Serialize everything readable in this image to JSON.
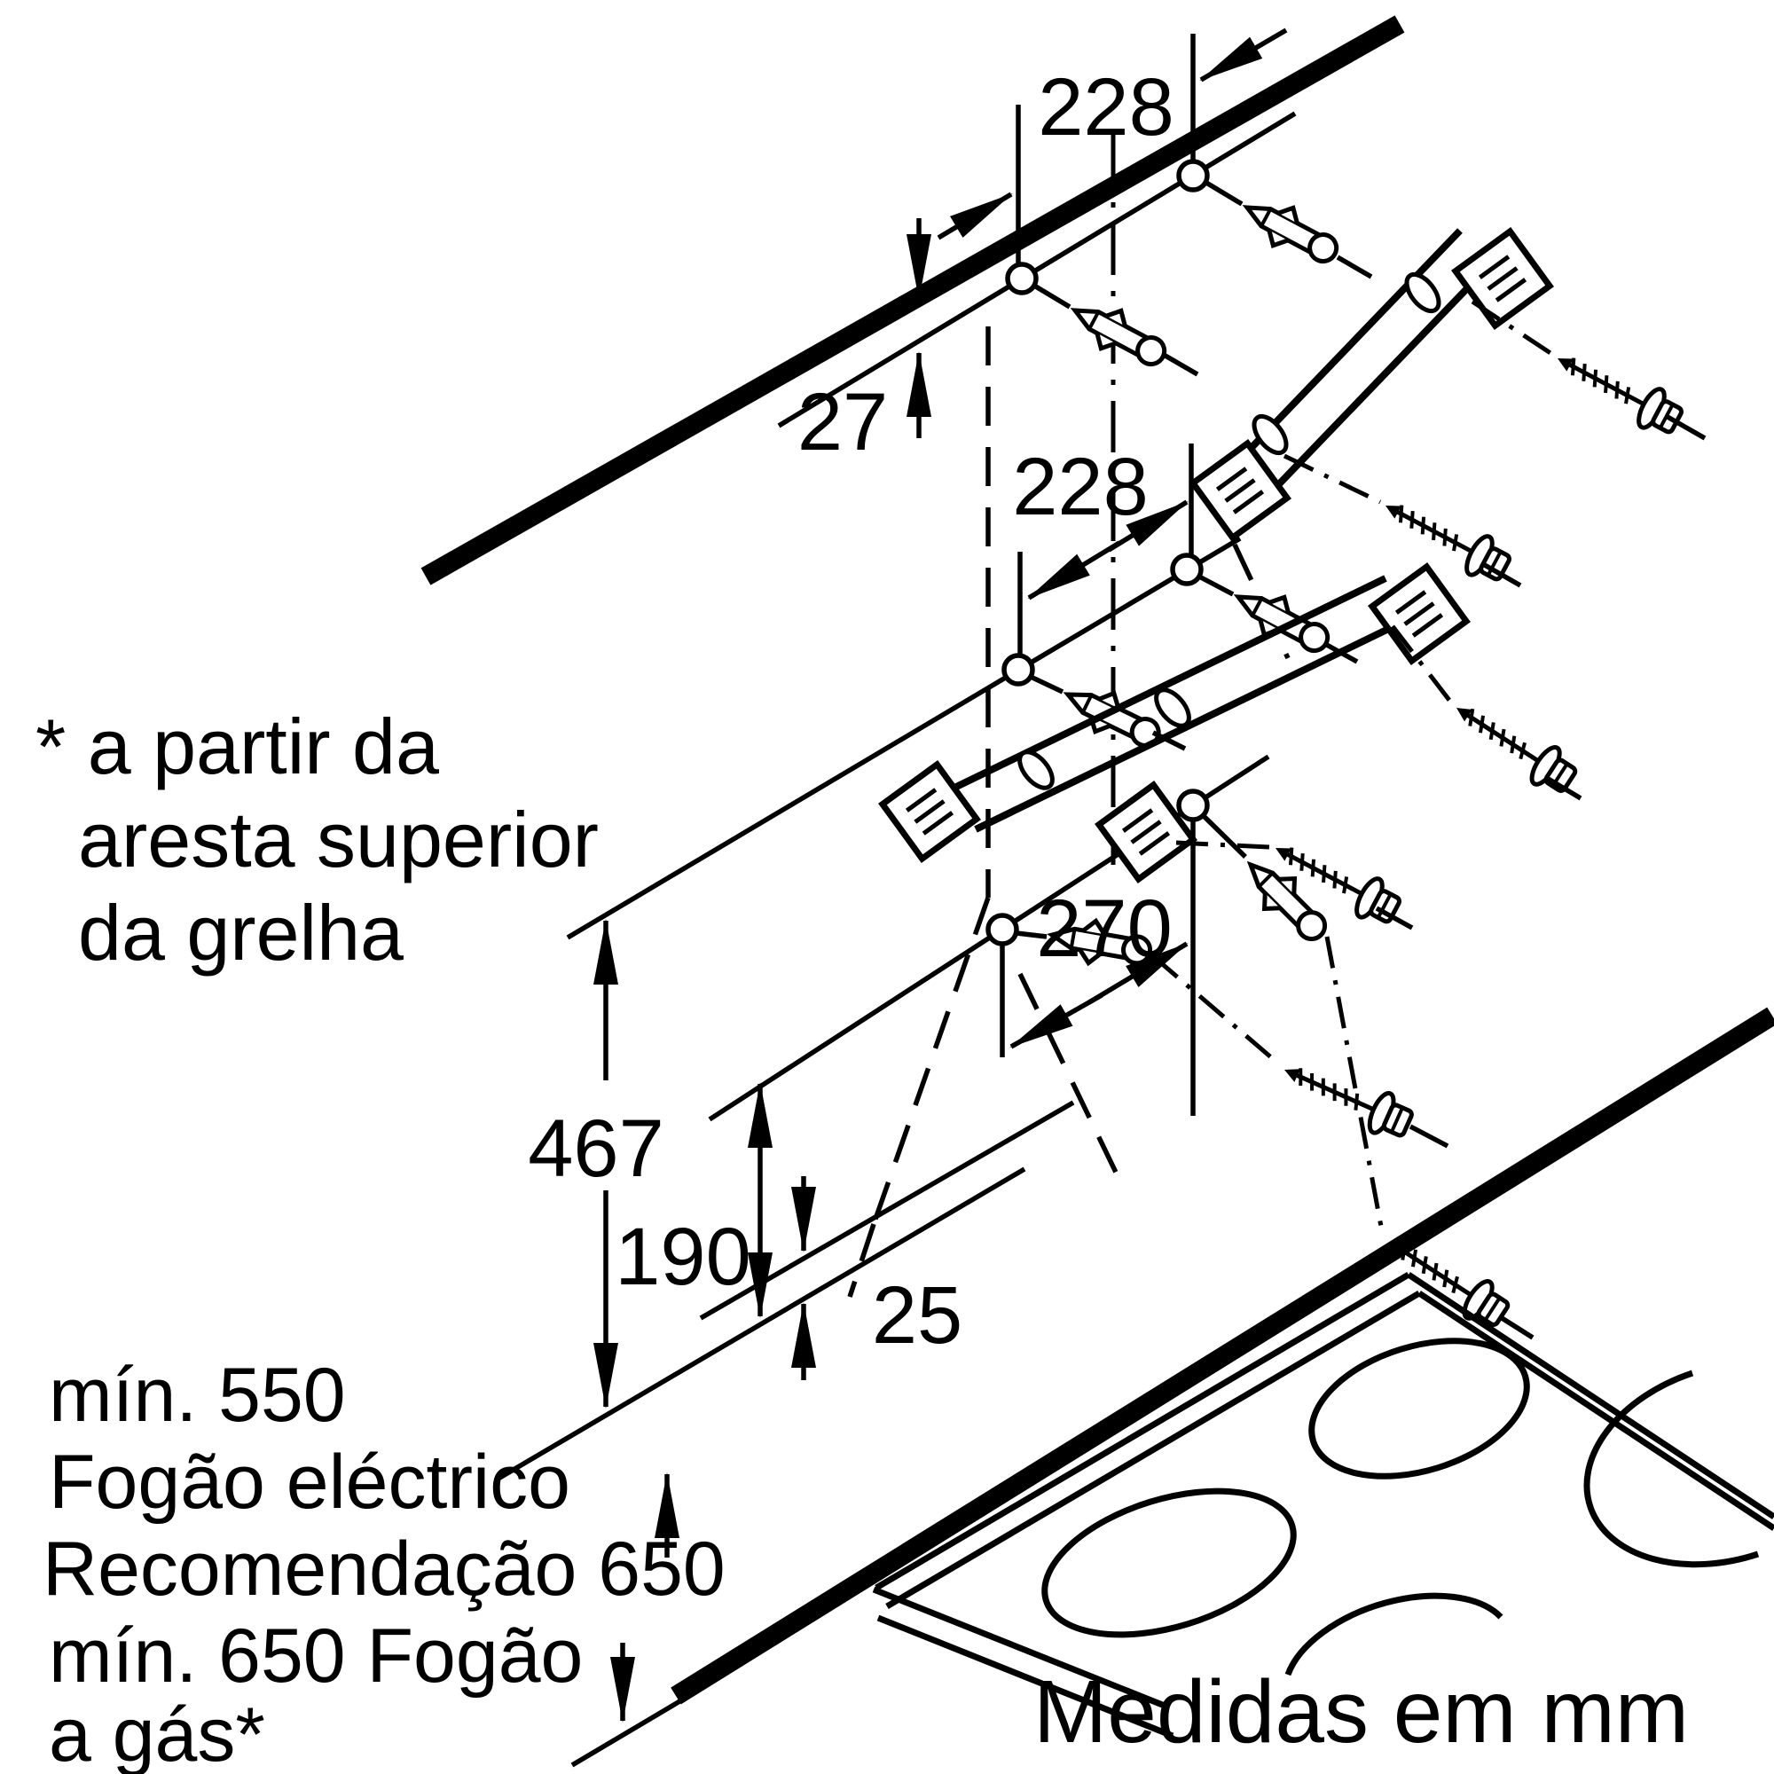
{
  "diagram": {
    "title_hint": "cooker-hood wall mounting installation drawing",
    "units_note": "Medidas em mm",
    "colors": {
      "ink": "#000000",
      "background": "#ffffff"
    },
    "dimensions": {
      "hole_spacing_top": "228",
      "top_edge_offset": "27",
      "hole_spacing_middle": "228",
      "hole_spacing_lower": "270",
      "mount_height_total": "467",
      "mount_height_lower": "190",
      "bottom_gap": "25"
    },
    "footnote": {
      "line1": "* a partir da",
      "line2": "aresta superior",
      "line3": "da grelha"
    },
    "clearances": {
      "line1": "mín. 550",
      "line2": "Fogão eléctrico",
      "line3": "Recomendação 650",
      "line4": "mín. 650 Fogão",
      "line5": "a gás*"
    }
  }
}
